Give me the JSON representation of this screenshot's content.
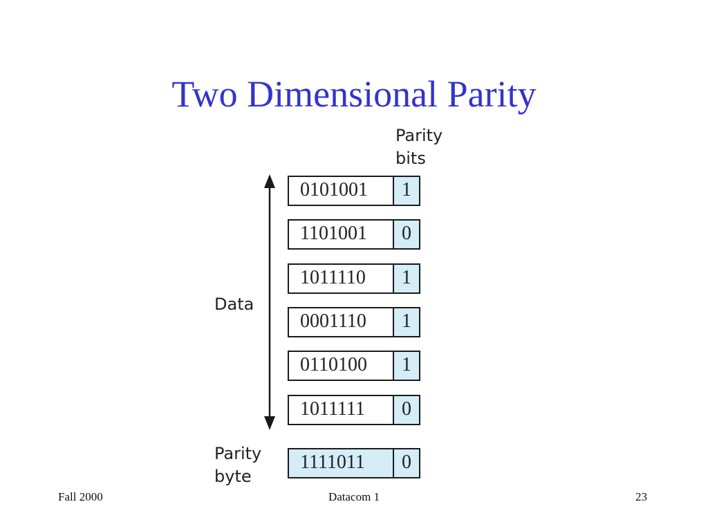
{
  "slide": {
    "title": "Two Dimensional Parity",
    "title_color": "#3333cc"
  },
  "diagram": {
    "parity_bits_label": [
      "Parity",
      "bits"
    ],
    "data_label": "Data",
    "parity_byte_label": [
      "Parity",
      "byte"
    ],
    "highlight_color": "#d4edf7",
    "rows": [
      {
        "bits": "0101001",
        "parity": "1"
      },
      {
        "bits": "1101001",
        "parity": "0"
      },
      {
        "bits": "1011110",
        "parity": "1"
      },
      {
        "bits": "0001110",
        "parity": "1"
      },
      {
        "bits": "0110100",
        "parity": "1"
      },
      {
        "bits": "1011111",
        "parity": "0"
      }
    ],
    "parity_byte": {
      "bits": "1111011",
      "parity": "0"
    }
  },
  "footer": {
    "left": "Fall 2000",
    "center": "Datacom 1",
    "right": "23"
  }
}
